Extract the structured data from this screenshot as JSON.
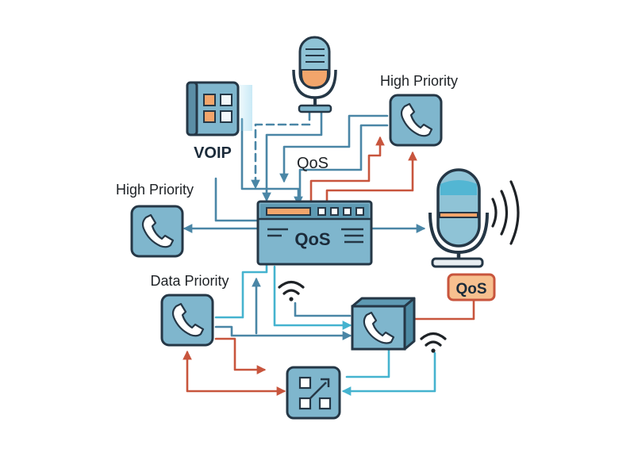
{
  "labels": {
    "voip": "VOIP",
    "high_priority_top": "High Priority",
    "high_priority_left": "High Priority",
    "data_priority": "Data Priority",
    "qos_mid": "QoS",
    "qos_router": "QoS",
    "qos_badge": "QoS"
  },
  "colors": {
    "device_fill": "#7fb6cd",
    "device_stroke": "#253746",
    "blue_line": "#4a86a6",
    "light_blue_line": "#45b3cf",
    "orange_line": "#c8553d",
    "badge_fill": "#f7c08f",
    "badge_stroke": "#c8553d"
  },
  "icons": [
    "voip-keypad-icon",
    "studio-microphone-icon",
    "phone-icon",
    "router-icon",
    "wifi-icon",
    "sound-waves-icon",
    "network-switch-icon"
  ]
}
